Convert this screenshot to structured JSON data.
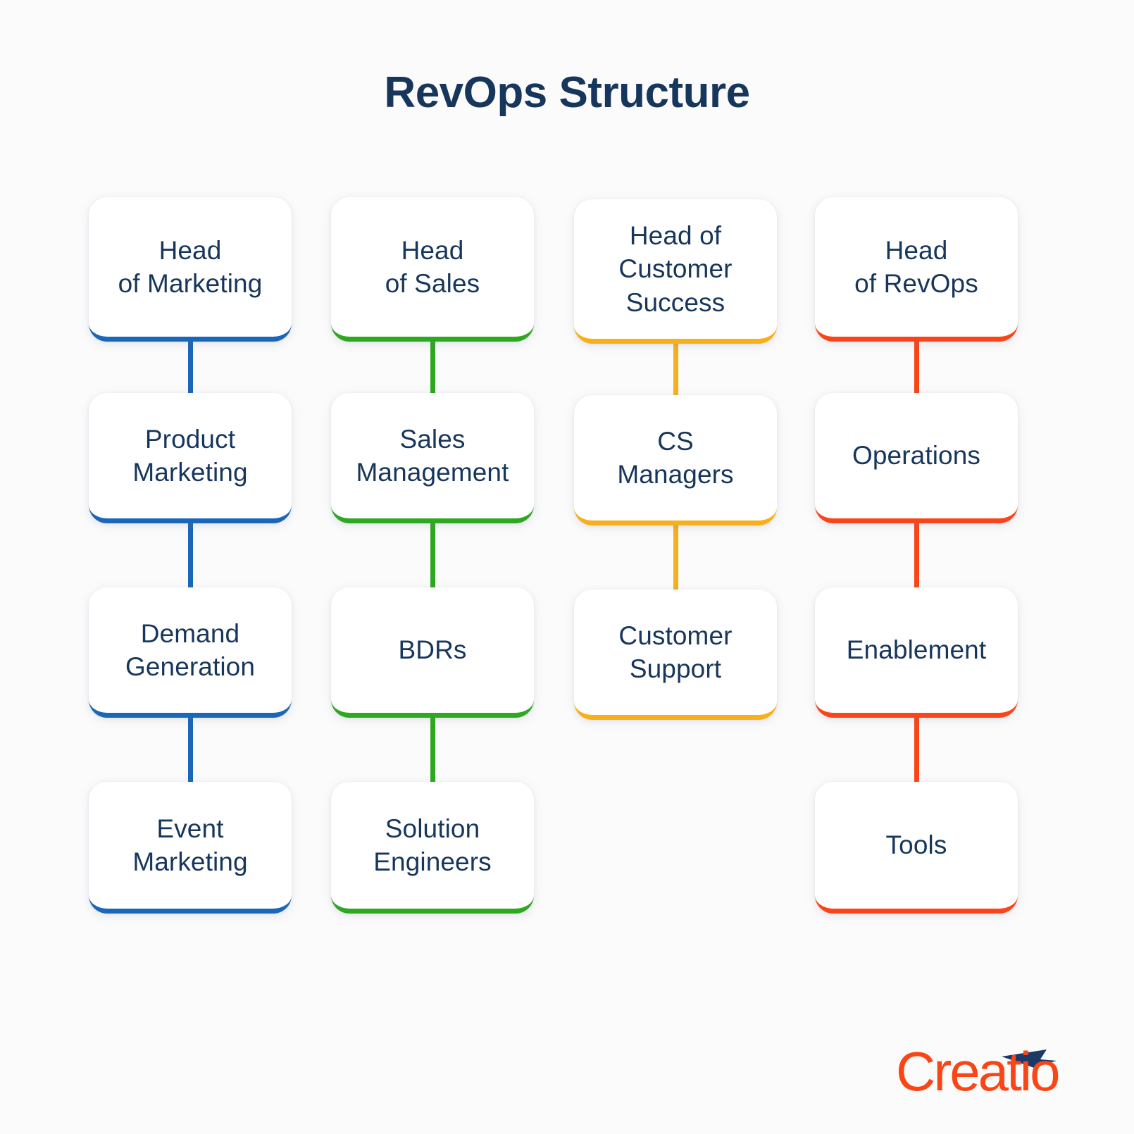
{
  "title": "RevOps Structure",
  "background_color": "#fbfbfc",
  "text_color": "#17365c",
  "colors": {
    "marketing_blue": "#1a66b8",
    "sales_green": "#2ea820",
    "customer_success_orange": "#f7b01c",
    "revops_red": "#f8461a",
    "title_navy": "#17365c",
    "logo_orange": "#fa4616",
    "logo_navy": "#1b3a68"
  },
  "columns": [
    {
      "name": "marketing",
      "accent": "#1a66b8",
      "nodes": [
        {
          "label": "Head\nof Marketing"
        },
        {
          "label": "Product\nMarketing"
        },
        {
          "label": "Demand\nGeneration"
        },
        {
          "label": "Event\nMarketing"
        }
      ]
    },
    {
      "name": "sales",
      "accent": "#2ea820",
      "nodes": [
        {
          "label": "Head\nof Sales"
        },
        {
          "label": "Sales\nManagement"
        },
        {
          "label": "BDRs"
        },
        {
          "label": "Solution\nEngineers"
        }
      ]
    },
    {
      "name": "customer-success",
      "accent": "#f7b01c",
      "nodes": [
        {
          "label": "Head of\nCustomer\nSuccess"
        },
        {
          "label": "CS\nManagers"
        },
        {
          "label": "Customer\nSupport"
        }
      ]
    },
    {
      "name": "revops",
      "accent": "#f8461a",
      "nodes": [
        {
          "label": "Head\nof RevOps"
        },
        {
          "label": "Operations"
        },
        {
          "label": "Enablement"
        },
        {
          "label": "Tools"
        }
      ]
    }
  ],
  "logo": {
    "brand": "Creatio",
    "icon": "swoosh-arrow-icon"
  }
}
